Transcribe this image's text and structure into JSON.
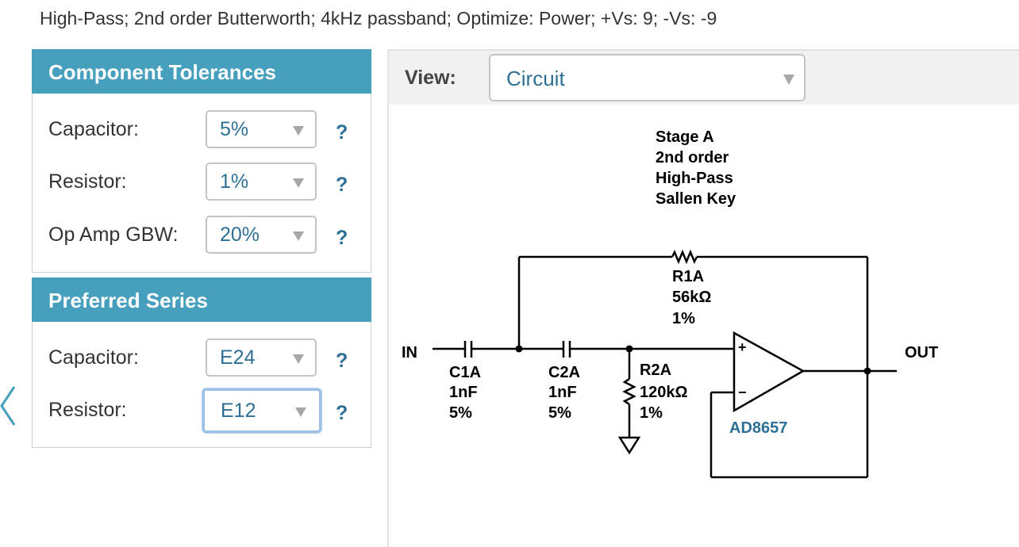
{
  "summary": "High-Pass; 2nd order Butterworth; 4kHz passband; Optimize: Power; +Vs: 9; -Vs: -9",
  "tolerances": {
    "title": "Component Tolerances",
    "rows": [
      {
        "label": "Capacitor:",
        "value": "5%",
        "help": "?"
      },
      {
        "label": "Resistor:",
        "value": "1%",
        "help": "?"
      },
      {
        "label": "Op Amp GBW:",
        "value": "20%",
        "help": "?"
      }
    ]
  },
  "series": {
    "title": "Preferred Series",
    "rows": [
      {
        "label": "Capacitor:",
        "value": "E24",
        "help": "?"
      },
      {
        "label": "Resistor:",
        "value": "E12",
        "help": "?"
      }
    ]
  },
  "view": {
    "label": "View:",
    "value": "Circuit"
  },
  "circuit": {
    "stage_title": [
      "Stage A",
      "2nd order",
      "High-Pass",
      "Sallen Key"
    ],
    "input_label": "IN",
    "output_label": "OUT",
    "c1": [
      "C1A",
      "1nF",
      "5%"
    ],
    "c2": [
      "C2A",
      "1nF",
      "5%"
    ],
    "r1": [
      "R1A",
      "56kΩ",
      "1%"
    ],
    "r2": [
      "R2A",
      "120kΩ",
      "1%"
    ],
    "opamp": "AD8657",
    "plus_sign": "+",
    "minus_sign": "−",
    "colors": {
      "wire": "#000000",
      "opamp_label": "#2d6f95"
    }
  },
  "colors": {
    "header": "#459fbd",
    "link": "#2d6f95",
    "focus": "#9cc1e6"
  }
}
